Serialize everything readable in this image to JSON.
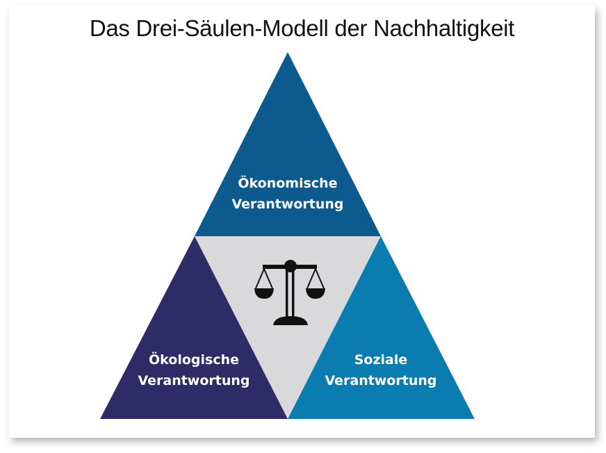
{
  "title": "Das Drei-Säulen-Modell der Nachhaltigkeit",
  "pillars": {
    "top": {
      "line1": "Ökonomische",
      "line2": "Verantwortung",
      "color": "#0d5a8f"
    },
    "left": {
      "line1": "Ökologische",
      "line2": "Verantwortung",
      "color": "#2e2b66"
    },
    "right": {
      "line1": "Soziale",
      "line2": "Verantwortung",
      "color": "#0b7cb0"
    }
  },
  "center": {
    "icon": "scales-of-justice-icon",
    "color": "#d9d9db"
  }
}
